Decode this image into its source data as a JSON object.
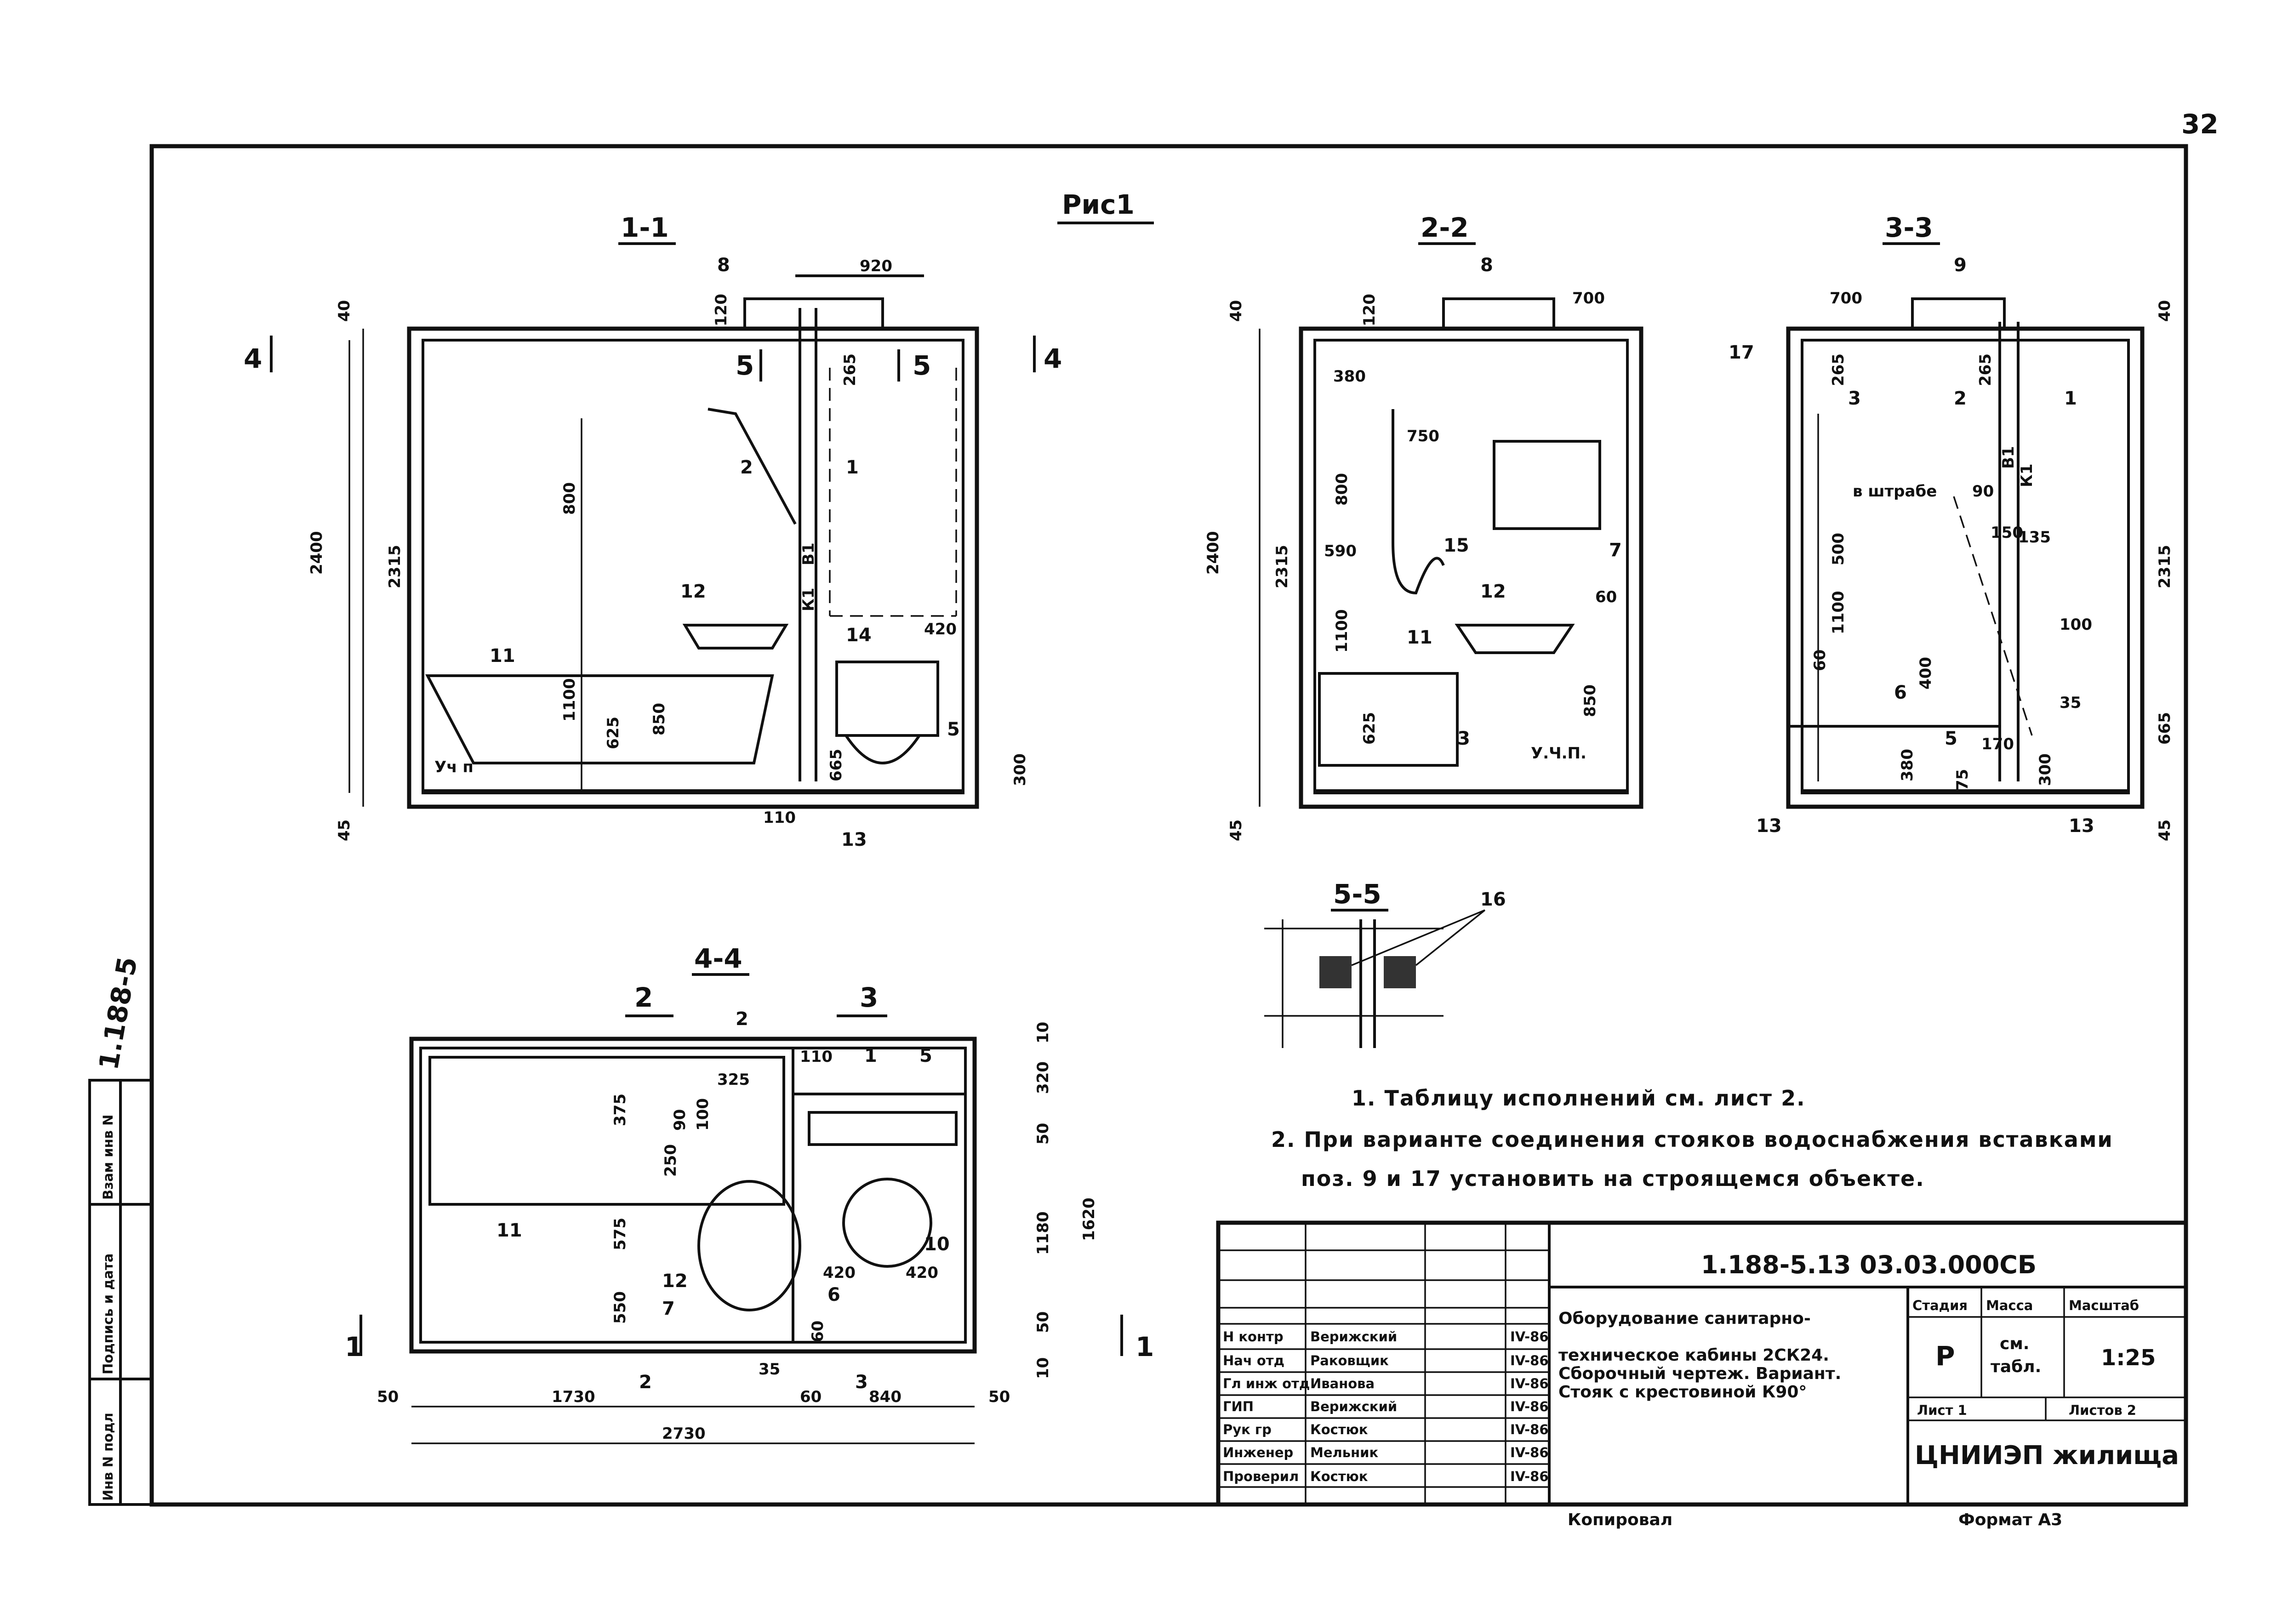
{
  "page_number": "32",
  "figure_title": "Рис1",
  "side_code": "1.188-5",
  "sections": {
    "s11": "1-1",
    "s22": "2-2",
    "s33": "3-3",
    "s44": "4-4",
    "s55": "5-5"
  },
  "cut_marks": {
    "c4": "4",
    "c5": "5",
    "c2": "2",
    "c3": "3",
    "c1": "1"
  },
  "dimensions": {
    "d920": "920",
    "d700": "700",
    "d40": "40",
    "d45": "45",
    "d120": "120",
    "d265": "265",
    "d2400": "2400",
    "d2315": "2315",
    "d800": "800",
    "d1100": "1100",
    "d625": "625",
    "d850": "850",
    "d665": "665",
    "d420": "420",
    "d300": "300",
    "d110": "110",
    "d380": "380",
    "d750": "750",
    "d590": "590",
    "d60": "60",
    "d500": "500",
    "d400": "400",
    "d100": "100",
    "d135": "135",
    "d35": "35",
    "d75": "75",
    "d90": "90",
    "d150": "150",
    "d325": "325",
    "d375": "375",
    "d575": "575",
    "d550": "550",
    "d250": "250",
    "d320": "320",
    "d50": "50",
    "d1620": "1620",
    "d1180": "1180",
    "d1730": "1730",
    "d2730": "2730",
    "d840": "840",
    "d10": "10",
    "d170": "170"
  },
  "markers": {
    "uchp": "Уч п",
    "uchp2": "У.Ч.П.",
    "b1": "В1",
    "k1": "К1",
    "v_shtrabe": "в штрабе"
  },
  "positions": [
    "1",
    "2",
    "3",
    "5",
    "6",
    "7",
    "8",
    "9",
    "10",
    "11",
    "12",
    "13",
    "14",
    "15",
    "16",
    "17"
  ],
  "notes": {
    "n1": "1. Таблицу исполнений см. лист 2.",
    "n2a": "2. При варианте соединения стояков водоснабжения вставками",
    "n2b": "поз. 9 и 17 установить на строящемся объекте."
  },
  "title_block": {
    "code": "1.188-5.13 03.03.000СБ",
    "desc_lines": [
      "Оборудование санитарно-",
      "техническое кабины 2СК24.",
      "Сборочный чертеж. Вариант.",
      "Стояк с крестовиной К90°"
    ],
    "stage_label": "Стадия",
    "mass_label": "Масса",
    "scale_label": "Масштаб",
    "stage_value": "Р",
    "mass_value_1": "см.",
    "mass_value_2": "табл.",
    "scale_value": "1:25",
    "sheet_label": "Лист 1",
    "sheets_label": "Листов 2",
    "org_name": "ЦНИИЭП жилища",
    "copied": "Копировал",
    "format": "Формат А3",
    "signatures": [
      {
        "role": "Н контр",
        "name": "Верижский",
        "date": "IV-86"
      },
      {
        "role": "Нач отд",
        "name": "Раковщик",
        "date": "IV-86"
      },
      {
        "role": "Гл инж отд",
        "name": "Иванова",
        "date": "IV-86"
      },
      {
        "role": "ГИП",
        "name": "Верижский",
        "date": "IV-86"
      },
      {
        "role": "Рук гр",
        "name": "Костюк",
        "date": "IV-86"
      },
      {
        "role": "Инженер",
        "name": "Мельник",
        "date": "IV-86"
      },
      {
        "role": "Проверил",
        "name": "Костюк",
        "date": "IV-86"
      }
    ]
  },
  "left_stamp": {
    "inv_podl": "Инв N подл",
    "podpis_data": "Подпись и дата",
    "vzam_inv": "Взам инв N"
  }
}
